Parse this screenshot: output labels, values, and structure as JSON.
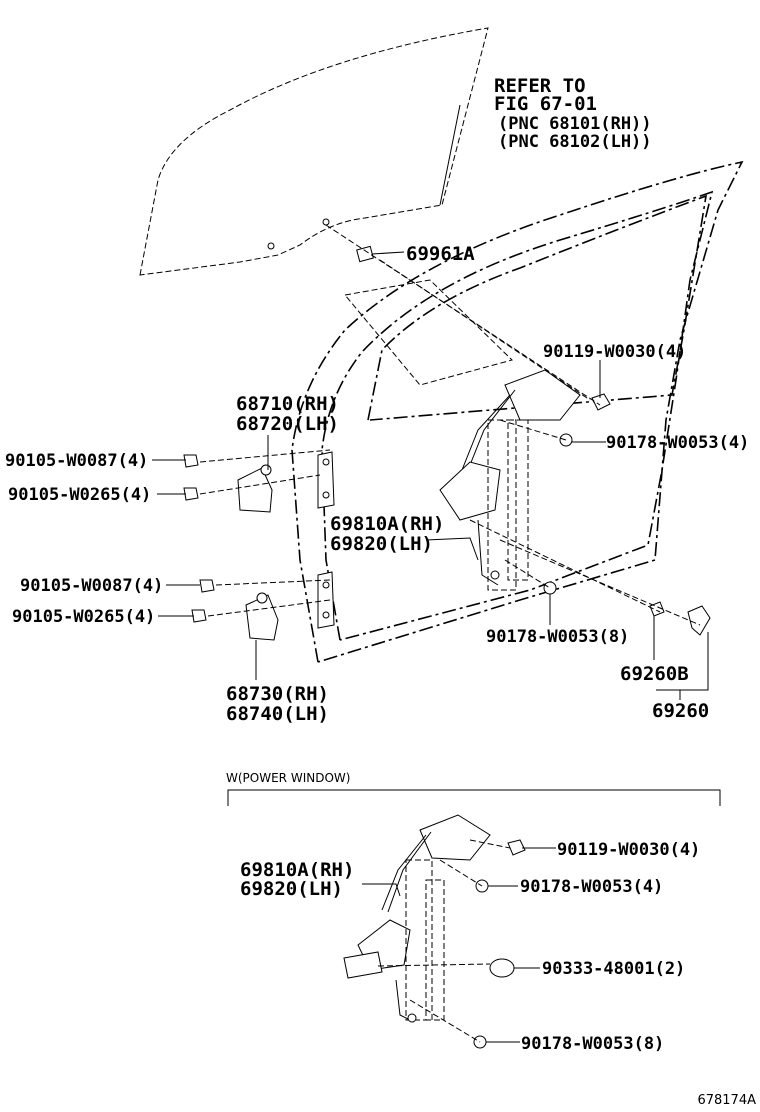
{
  "refer": {
    "line1": "REFER TO",
    "line2": "FIG 67-01",
    "line3": "(PNC 68101(RH))",
    "line4": "(PNC 68102(LH))"
  },
  "labels": {
    "p69961A": "69961A",
    "p90119_top": "90119-W0030(4)",
    "p90178_4_top": "90178-W0053(4)",
    "p68710": "68710(RH)",
    "p68720": "68720(LH)",
    "p90105_0087_a": "90105-W0087(4)",
    "p90105_0265_a": "90105-W0265(4)",
    "p69810A_top": "69810A(RH)",
    "p69820_top": "69820(LH)",
    "p90105_0087_b": "90105-W0087(4)",
    "p90105_0265_b": "90105-W0265(4)",
    "p90178_8_top": "90178-W0053(8)",
    "p69260B": "69260B",
    "p69260": "69260",
    "p68730": "68730(RH)",
    "p68740": "68740(LH)",
    "section_title": "W(POWER WINDOW)",
    "p69810A_bot": "69810A(RH)",
    "p69820_bot": "69820(LH)",
    "p90119_bot": "90119-W0030(4)",
    "p90178_4_bot": "90178-W0053(4)",
    "p90333": "90333-48001(2)",
    "p90178_8_bot": "90178-W0053(8)",
    "figure_id": "678174A"
  }
}
